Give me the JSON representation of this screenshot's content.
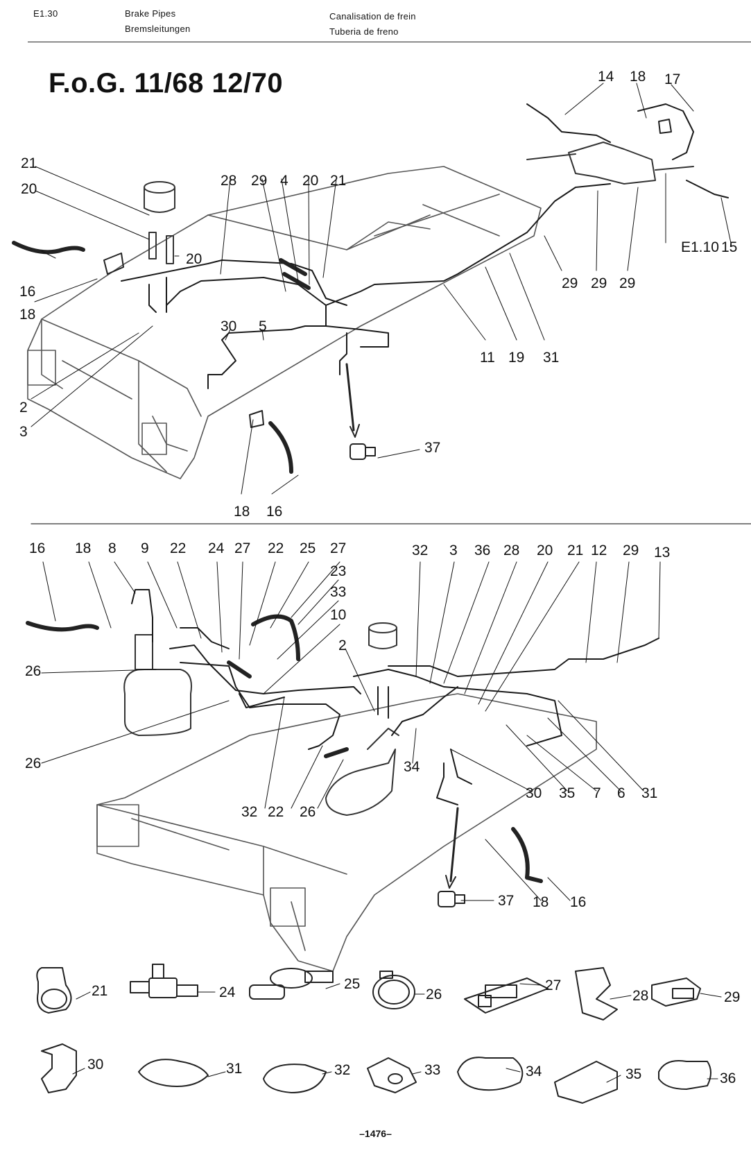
{
  "header": {
    "code": "E1.30",
    "en": "Brake Pipes",
    "de": "Bremsleitungen",
    "fr": "Canalisation de frein",
    "es": "Tuberia de freno"
  },
  "title": "F.o.G. 11/68 12/70",
  "top_diagram": {
    "callouts": [
      "14",
      "18",
      "17",
      "21",
      "20",
      "28",
      "29",
      "4",
      "20",
      "21",
      "20",
      "16",
      "18",
      "E1.10",
      "15",
      "29",
      "29",
      "29",
      "11",
      "19",
      "31",
      "30",
      "5",
      "2",
      "3",
      "37",
      "18",
      "16"
    ]
  },
  "bottom_diagram": {
    "callouts": [
      "16",
      "18",
      "8",
      "9",
      "22",
      "24",
      "27",
      "22",
      "25",
      "27",
      "23",
      "33",
      "10",
      "32",
      "3",
      "36",
      "28",
      "20",
      "21",
      "12",
      "29",
      "13",
      "26",
      "2",
      "26",
      "34",
      "32",
      "22",
      "26",
      "30",
      "35",
      "7",
      "6",
      "31",
      "37",
      "18",
      "16"
    ]
  },
  "parts_legend": [
    "21",
    "24",
    "25",
    "26",
    "27",
    "28",
    "29",
    "30",
    "31",
    "32",
    "33",
    "34",
    "35",
    "36"
  ],
  "page_number": "–1476–"
}
